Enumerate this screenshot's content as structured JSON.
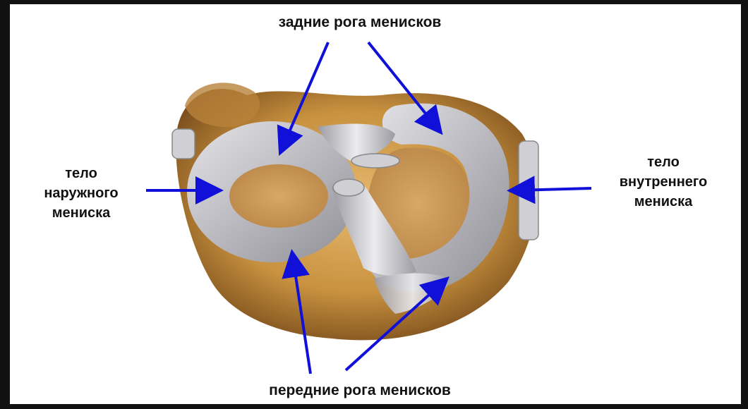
{
  "labels": {
    "posterior_horns": "задние рога менисков",
    "anterior_horns": "передние рога менисков",
    "lateral_body": "тело\nнаружного\nмениска",
    "medial_body": "тело\nвнутреннего\nмениска"
  },
  "colors": {
    "arrow": "#1010d8",
    "bone": "#c9974f",
    "meniscus": "#c8c8cc",
    "frame": "#111111"
  }
}
